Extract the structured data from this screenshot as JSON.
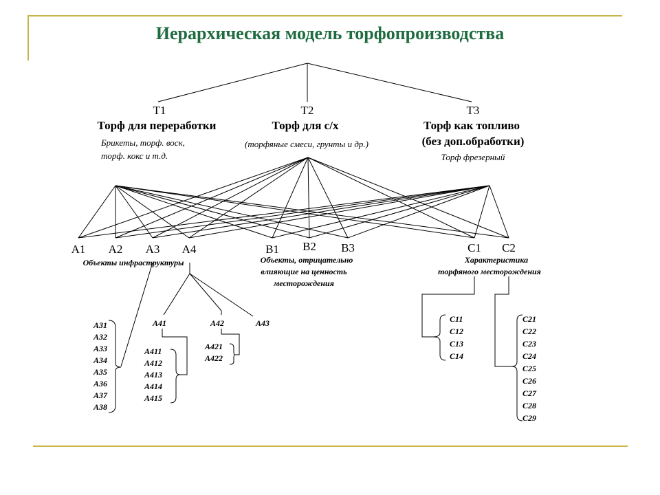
{
  "title": "Иерархическая модель торфопроизводства",
  "colors": {
    "title": "#1f6b40",
    "accent_lines": "#c9b44a",
    "lines": "#000000"
  },
  "top_types": [
    {
      "code": "T1",
      "name": "Торф для переработки",
      "note_lines": [
        "Брикеты, торф. воск,",
        "торф. кокс и т.д."
      ]
    },
    {
      "code": "T2",
      "name": "Торф для с/х",
      "note_lines": [
        "(торфяные смеси, грунты и др.)"
      ]
    },
    {
      "code": "T3",
      "name_lines": [
        "Торф как топливо",
        "(без доп.обработки)"
      ],
      "note_lines": [
        "Торф фрезерный"
      ]
    }
  ],
  "criteria": {
    "codes": [
      "A1",
      "A2",
      "A3",
      "A4",
      "B1",
      "B2",
      "B3",
      "C1",
      "C2"
    ],
    "group_a_label": "Объекты инфраструктуры",
    "group_b_label_lines": [
      "Объекты, отрицательно",
      "влияющие на ценность",
      "месторождения"
    ],
    "group_c_label_lines": [
      "Характеристика",
      "торфяного месторождения"
    ]
  },
  "subcriteria": {
    "a3_items": [
      "A31",
      "A32",
      "A33",
      "A34",
      "A35",
      "A36",
      "A37",
      "A38"
    ],
    "a4_children": [
      "A41",
      "A42",
      "A43"
    ],
    "a41_items": [
      "A411",
      "A412",
      "A413",
      "A414",
      "A415"
    ],
    "a42_items": [
      "A421",
      "A422"
    ],
    "c1_items": [
      "C11",
      "C12",
      "C13",
      "C14"
    ],
    "c2_items": [
      "C21",
      "C22",
      "C23",
      "C24",
      "C25",
      "C26",
      "C27",
      "C28",
      "C29"
    ]
  }
}
